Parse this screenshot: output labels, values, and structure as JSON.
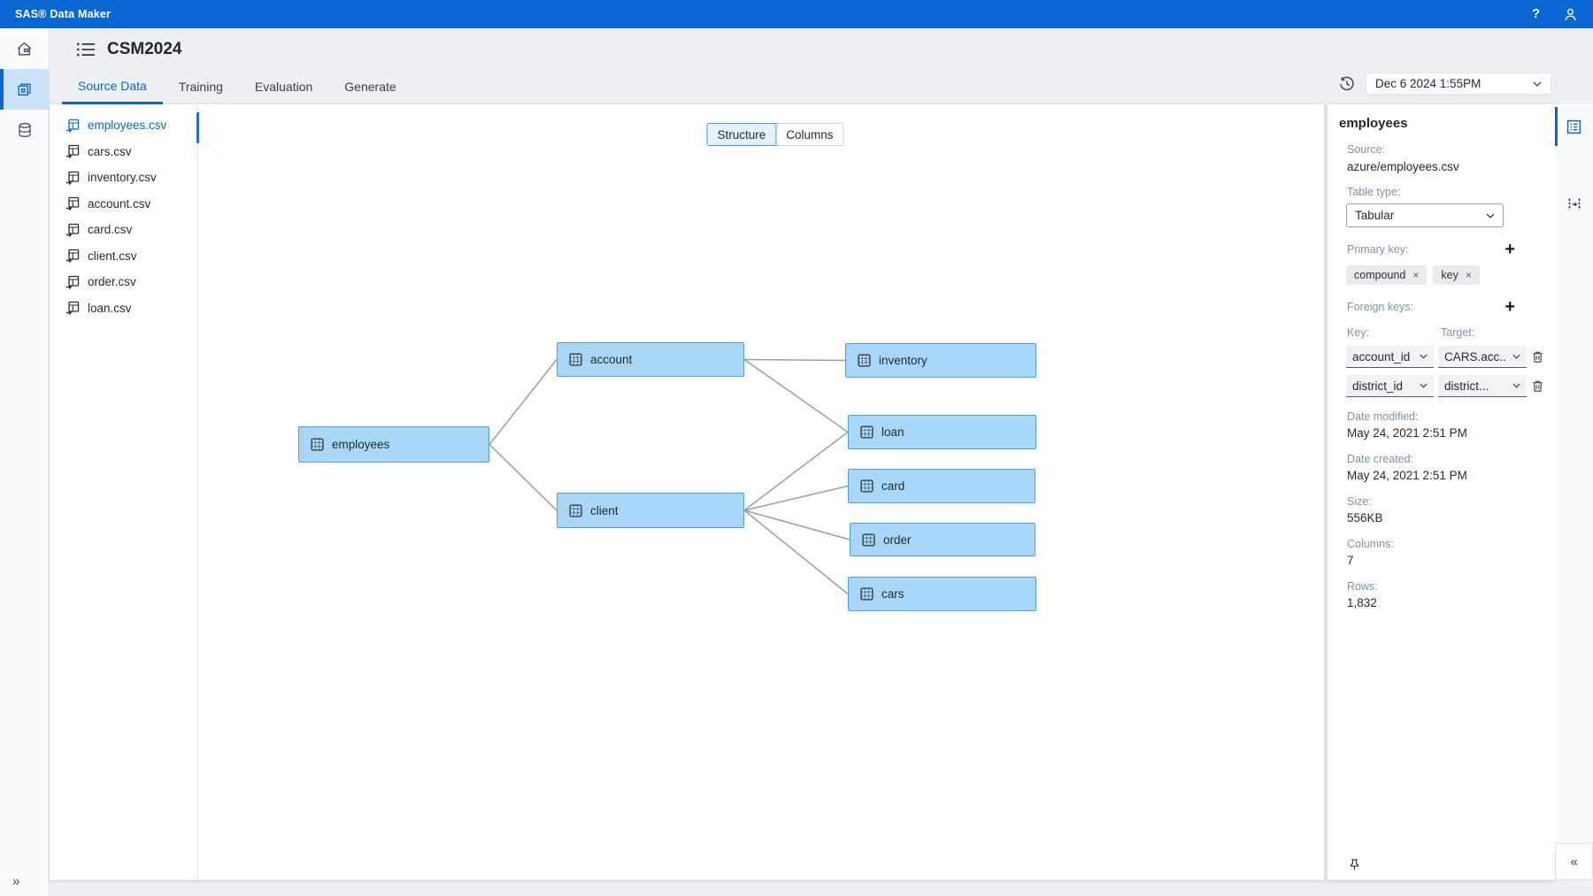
{
  "topbar": {
    "title": "SAS® Data Maker",
    "help_icon": "?"
  },
  "left_rail": {
    "expand_icon": "»"
  },
  "header": {
    "title": "CSM2024"
  },
  "tabs": {
    "items": [
      {
        "label": "Source Data",
        "active": true
      },
      {
        "label": "Training",
        "active": false
      },
      {
        "label": "Evaluation",
        "active": false
      },
      {
        "label": "Generate",
        "active": false
      }
    ]
  },
  "version_bar": {
    "timestamp": "Dec 6 2024 1:55PM"
  },
  "files": {
    "items": [
      {
        "name": "employees.csv",
        "selected": true
      },
      {
        "name": "cars.csv"
      },
      {
        "name": "inventory.csv"
      },
      {
        "name": "account.csv"
      },
      {
        "name": "card.csv"
      },
      {
        "name": "client.csv"
      },
      {
        "name": "order.csv"
      },
      {
        "name": "loan.csv"
      }
    ]
  },
  "view_toggle": {
    "structure": "Structure",
    "columns": "Columns",
    "selected": "Structure"
  },
  "diagram": {
    "nodes": {
      "employees": "employees",
      "account": "account",
      "client": "client",
      "inventory": "inventory",
      "loan": "loan",
      "card": "card",
      "order": "order",
      "cars": "cars"
    },
    "edges": [
      [
        "employees",
        "account"
      ],
      [
        "employees",
        "client"
      ],
      [
        "account",
        "inventory"
      ],
      [
        "account",
        "loan"
      ],
      [
        "client",
        "loan"
      ],
      [
        "client",
        "card"
      ],
      [
        "client",
        "order"
      ],
      [
        "client",
        "cars"
      ]
    ],
    "edge_color": "#93A1AD",
    "node_fill": "#A9D7F7",
    "node_border": "#4E9FE0"
  },
  "panel": {
    "title": "employees",
    "source_label": "Source:",
    "source_value": "azure/employees.csv",
    "table_type_label": "Table type:",
    "table_type_value": "Tabular",
    "primary_key_label": "Primary key:",
    "primary_keys": [
      {
        "label": "compound"
      },
      {
        "label": "key"
      }
    ],
    "remove_icon": "×",
    "add_icon": "+",
    "foreign_keys_label": "Foreign keys:",
    "key_col_label": "Key:",
    "target_col_label": "Target:",
    "foreign_keys": [
      {
        "key": "account_id",
        "target": "CARS.acc.."
      },
      {
        "key": "district_id",
        "target": "district..."
      }
    ],
    "meta": [
      {
        "label": "Date modified:",
        "value": "May 24, 2021 2:51 PM"
      },
      {
        "label": "Date created:",
        "value": "May 24, 2021 2:51 PM"
      },
      {
        "label": "Size:",
        "value": "556KB"
      },
      {
        "label": "Columns:",
        "value": "7"
      },
      {
        "label": "Rows:",
        "value": "1,832"
      }
    ],
    "collapse_icon": "«"
  },
  "colors": {
    "accent": "#0A66D1",
    "topbar": "#0A66D1",
    "canvas": "#FFFFFF"
  }
}
